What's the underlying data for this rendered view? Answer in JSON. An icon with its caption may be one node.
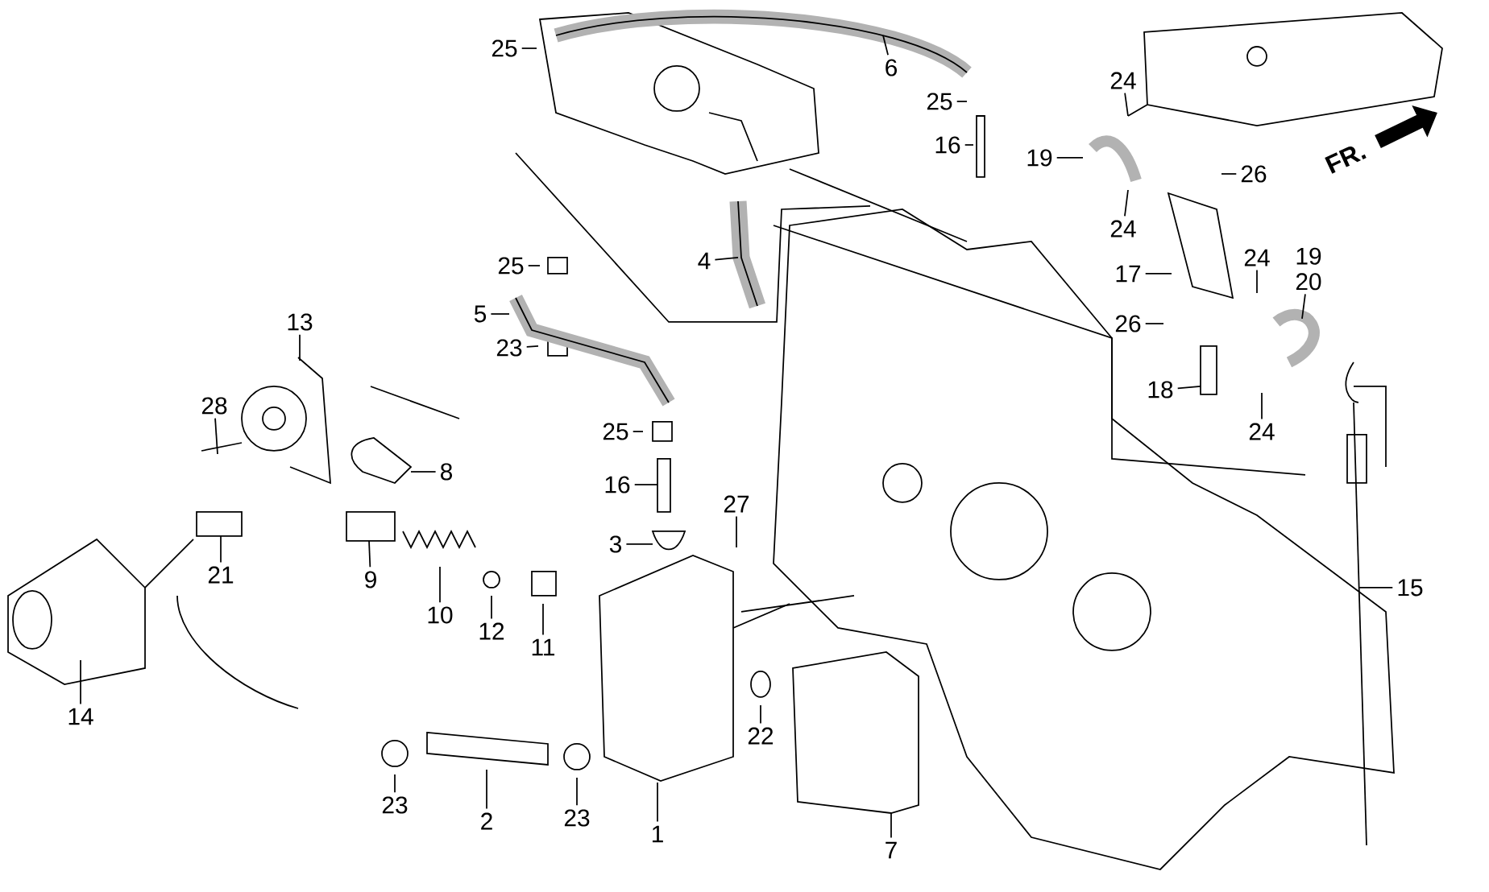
{
  "diagram": {
    "nodes": [
      {
        "text": [
          "25"
        ]
      },
      {
        "text": [
          "6"
        ]
      },
      {
        "text": [
          "25"
        ]
      },
      {
        "text": [
          "16"
        ]
      },
      {
        "text": [
          "24"
        ]
      },
      {
        "text": [
          "19"
        ]
      },
      {
        "text": [
          "24"
        ]
      },
      {
        "text": [
          "26"
        ]
      },
      {
        "text": [
          "4"
        ]
      },
      {
        "text": [
          "25"
        ]
      },
      {
        "text": [
          "17"
        ]
      },
      {
        "text": [
          "24"
        ]
      },
      {
        "text": [
          "19",
          "20"
        ]
      },
      {
        "text": [
          "5"
        ]
      },
      {
        "text": [
          "23"
        ]
      },
      {
        "text": [
          "13"
        ]
      },
      {
        "text": [
          "26"
        ]
      },
      {
        "text": [
          "18"
        ]
      },
      {
        "text": [
          "24"
        ]
      },
      {
        "text": [
          "28"
        ]
      },
      {
        "text": [
          "8"
        ]
      },
      {
        "text": [
          "25"
        ]
      },
      {
        "text": [
          "16"
        ]
      },
      {
        "text": [
          "27"
        ]
      },
      {
        "text": [
          "3"
        ]
      },
      {
        "text": [
          "21"
        ]
      },
      {
        "text": [
          "9"
        ]
      },
      {
        "text": [
          "10"
        ]
      },
      {
        "text": [
          "12"
        ]
      },
      {
        "text": [
          "11"
        ]
      },
      {
        "text": [
          "15"
        ]
      },
      {
        "text": [
          "14"
        ]
      },
      {
        "text": [
          "22"
        ]
      },
      {
        "text": [
          "23"
        ]
      },
      {
        "text": [
          "2"
        ]
      },
      {
        "text": [
          "23"
        ]
      },
      {
        "text": [
          "1"
        ]
      },
      {
        "text": [
          "7"
        ]
      }
    ],
    "edges": [
      {
        "from": 0,
        "to": null,
        "arrow": "none"
      },
      {
        "from": 1,
        "to": null,
        "arrow": "none"
      },
      {
        "from": 2,
        "to": null,
        "arrow": "none"
      },
      {
        "from": 3,
        "to": null,
        "arrow": "none"
      },
      {
        "from": 4,
        "to": null,
        "arrow": "none"
      },
      {
        "from": 5,
        "to": null,
        "arrow": "none"
      },
      {
        "from": 6,
        "to": null,
        "arrow": "none"
      },
      {
        "from": 7,
        "to": null,
        "arrow": "none"
      },
      {
        "from": 8,
        "to": null,
        "arrow": "none"
      },
      {
        "from": 9,
        "to": null,
        "arrow": "none"
      },
      {
        "from": 10,
        "to": null,
        "arrow": "none"
      },
      {
        "from": 11,
        "to": null,
        "arrow": "none"
      },
      {
        "from": 12,
        "to": null,
        "arrow": "none"
      },
      {
        "from": 13,
        "to": null,
        "arrow": "none"
      },
      {
        "from": 14,
        "to": null,
        "arrow": "none"
      },
      {
        "from": 15,
        "to": null,
        "arrow": "none"
      },
      {
        "from": 16,
        "to": null,
        "arrow": "none"
      },
      {
        "from": 17,
        "to": null,
        "arrow": "none"
      },
      {
        "from": 18,
        "to": null,
        "arrow": "none"
      },
      {
        "from": 19,
        "to": null,
        "arrow": "none"
      },
      {
        "from": 20,
        "to": null,
        "arrow": "none"
      },
      {
        "from": 21,
        "to": null,
        "arrow": "none"
      },
      {
        "from": 22,
        "to": null,
        "arrow": "none"
      },
      {
        "from": 23,
        "to": null,
        "arrow": "none"
      },
      {
        "from": 24,
        "to": null,
        "arrow": "none"
      },
      {
        "from": 25,
        "to": null,
        "arrow": "none"
      },
      {
        "from": 26,
        "to": null,
        "arrow": "none"
      },
      {
        "from": 27,
        "to": null,
        "arrow": "none"
      },
      {
        "from": 28,
        "to": null,
        "arrow": "none"
      },
      {
        "from": 29,
        "to": null,
        "arrow": "none"
      },
      {
        "from": 30,
        "to": null,
        "arrow": "none"
      },
      {
        "from": 31,
        "to": null,
        "arrow": "none"
      },
      {
        "from": 32,
        "to": null,
        "arrow": "none"
      },
      {
        "from": 33,
        "to": null,
        "arrow": "none"
      },
      {
        "from": 34,
        "to": null,
        "arrow": "none"
      },
      {
        "from": 35,
        "to": null,
        "arrow": "none"
      },
      {
        "from": 36,
        "to": null,
        "arrow": "none"
      },
      {
        "from": 37,
        "to": null,
        "arrow": "none"
      }
    ],
    "labels": [
      "FR."
    ]
  }
}
